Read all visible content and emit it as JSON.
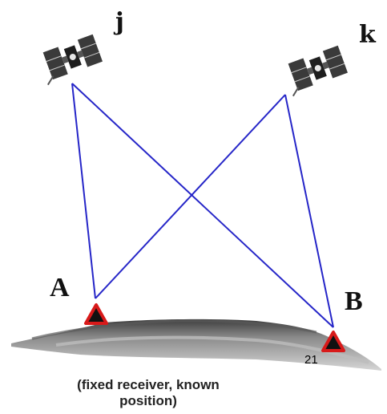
{
  "satellites": {
    "left_label": "j",
    "right_label": "k"
  },
  "points": {
    "a_label": "A",
    "b_label": "B",
    "b_number": "21"
  },
  "caption": {
    "line1": "(fixed receiver, known",
    "line2": "position)"
  },
  "colors": {
    "signal_line": "#2626c8",
    "receiver_marker": "#d81a1a",
    "terrain_dark": "#6e6e6e",
    "terrain_light": "#c8c8c8"
  },
  "icons": {
    "satellite": "satellite-icon",
    "receiver": "receiver-triangle-icon"
  }
}
